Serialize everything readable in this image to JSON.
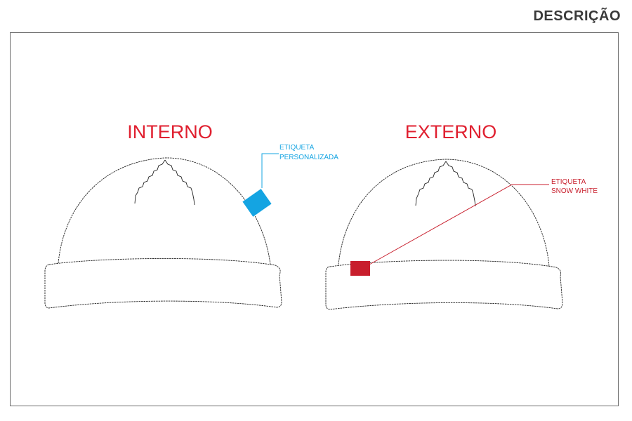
{
  "header": {
    "title": "DESCRIÇÃO"
  },
  "colors": {
    "title_red": "#e02030",
    "internal_tag": "#14a4e2",
    "external_tag": "#c81e2c",
    "outline": "#222222",
    "frame": "#6b6b6b"
  },
  "internal": {
    "title": "INTERNO",
    "callout_line1": "ETIQUETA",
    "callout_line2": "PERSONALIZADA"
  },
  "external": {
    "title": "EXTERNO",
    "callout_line1": "ETIQUETA",
    "callout_line2": "SNOW WHITE"
  }
}
